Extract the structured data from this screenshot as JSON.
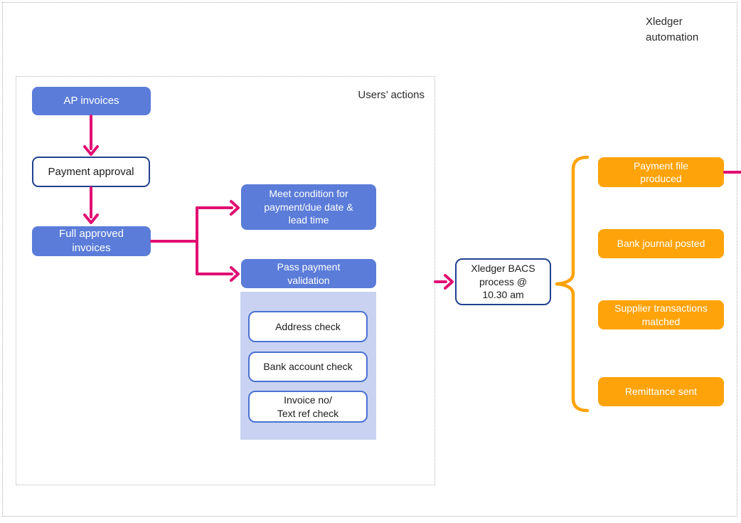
{
  "labels": {
    "xledger_automation": [
      "Xledger",
      "automation"
    ],
    "users_actions": "Users’ actions"
  },
  "users_section": {
    "ap_invoices": "AP invoices",
    "payment_approval": "Payment approval",
    "full_approved_invoices": [
      "Full approved",
      "invoices"
    ],
    "meet_condition": [
      "Meet condition for",
      "payment/due date &",
      "lead time"
    ],
    "pass_validation": [
      "Pass payment",
      "validation"
    ],
    "checks": [
      {
        "label": "Address check"
      },
      {
        "label": "Bank account check"
      },
      {
        "label": [
          "Invoice no/",
          "Text ref check"
        ]
      }
    ]
  },
  "process": {
    "bacs": [
      "Xledger BACS",
      "process @",
      "10.30 am"
    ]
  },
  "automation": {
    "steps": [
      {
        "label": [
          "Payment file",
          "produced"
        ]
      },
      {
        "label": "Bank journal posted"
      },
      {
        "label": [
          "Supplier transactions",
          "matched"
        ]
      },
      {
        "label": "Remittance sent"
      }
    ]
  },
  "colors": {
    "blue_box": "#5b7cd9",
    "light_blue_panel": "#c9d3f1",
    "check_box_border": "#4a72d4",
    "navy_border": "#21418f",
    "orange": "#ffa30a",
    "pink_connector": "#e10e72",
    "dotted_border_gray": "#ababab"
  }
}
